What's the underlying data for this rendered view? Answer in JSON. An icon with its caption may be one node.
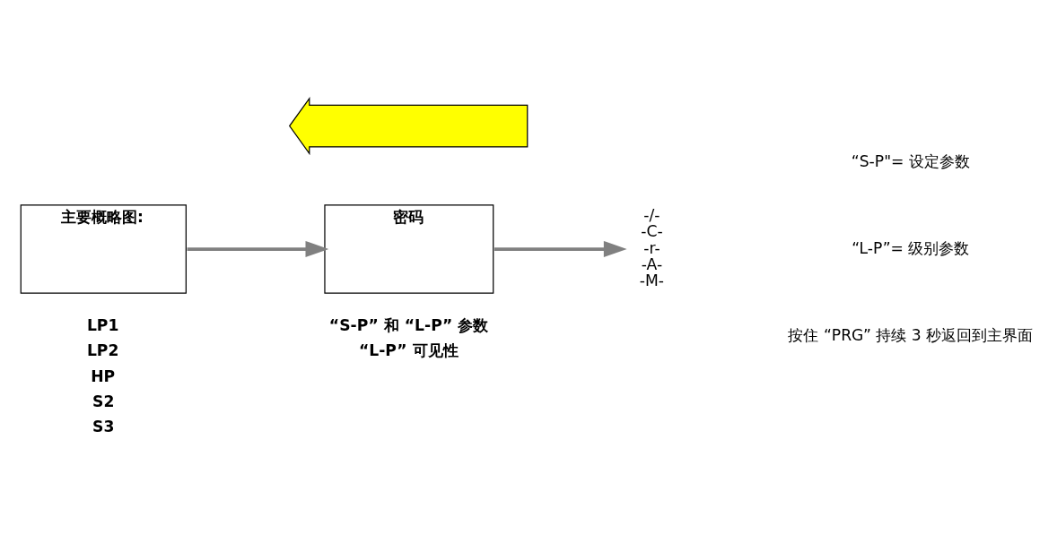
{
  "diagram": {
    "nodes": [
      {
        "text": [
          "主要概略图:"
        ],
        "beside": [
          "LP1",
          "LP2",
          "HP",
          "S2",
          "S3"
        ]
      },
      {
        "text": [
          "密码"
        ],
        "beside": [
          "“S-P” 和 “L-P” 参数",
          "“L-P” 可见性"
        ]
      },
      {
        "text": [
          "-/-",
          "-C-",
          "-r-",
          "-A-",
          "-M-"
        ]
      },
      {
        "text": [],
        "shape": "arrow"
      }
    ],
    "edges": [
      {
        "from": 0,
        "to": 1,
        "arrow": "to"
      },
      {
        "from": 1,
        "to": 2,
        "arrow": "to"
      }
    ],
    "labels": [
      "“S-P\"= 设定参数",
      "“L-P”= 级别参数",
      "按住 “PRG” 持续 3 秒返回到主界面"
    ]
  }
}
